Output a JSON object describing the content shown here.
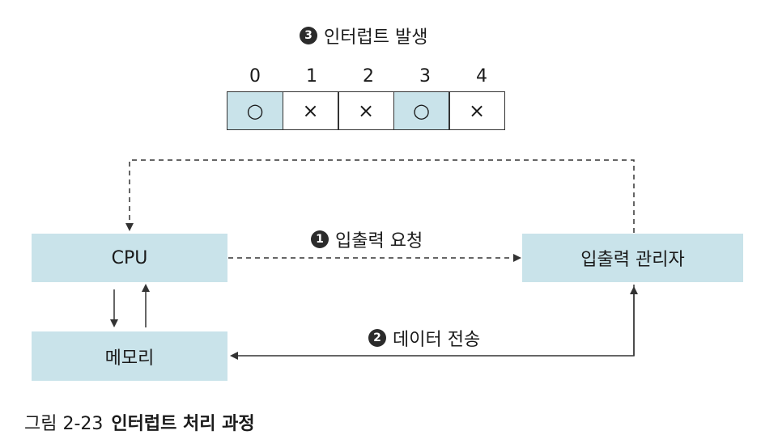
{
  "interrupt": {
    "number": "3",
    "label": "인터럽트 발생",
    "indices": [
      "0",
      "1",
      "2",
      "3",
      "4"
    ],
    "cells": [
      {
        "mark": "○",
        "active": true
      },
      {
        "mark": "×",
        "active": false
      },
      {
        "mark": "×",
        "active": false
      },
      {
        "mark": "○",
        "active": true
      },
      {
        "mark": "×",
        "active": false
      }
    ]
  },
  "nodes": {
    "cpu": "CPU",
    "memory": "메모리",
    "io_manager": "입출력 관리자"
  },
  "steps": {
    "io_request": {
      "number": "1",
      "label": "입출력 요청"
    },
    "data_transfer": {
      "number": "2",
      "label": "데이터 전송"
    }
  },
  "caption": {
    "figure": "그림 2-23",
    "title": "인터럽트 처리 과정"
  },
  "colors": {
    "box_fill": "#c9e3ea",
    "line": "#333333"
  }
}
